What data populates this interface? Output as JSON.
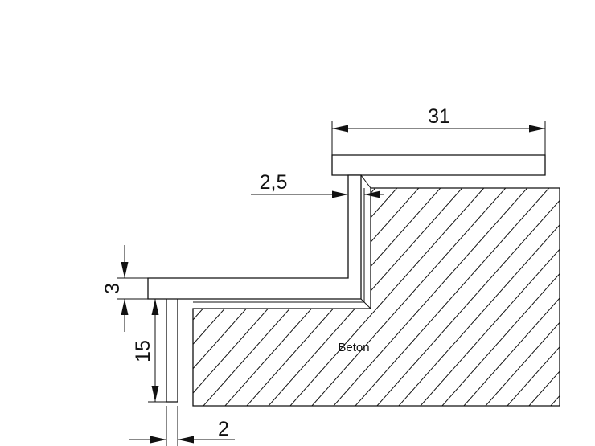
{
  "dimensions": {
    "top_width": "31",
    "riser_gap": "2,5",
    "lower_thickness": "3",
    "lower_height": "15",
    "bottom_gap": "2"
  },
  "material_label": "Beton",
  "colors": {
    "line": "#111111",
    "background": "#ffffff"
  }
}
